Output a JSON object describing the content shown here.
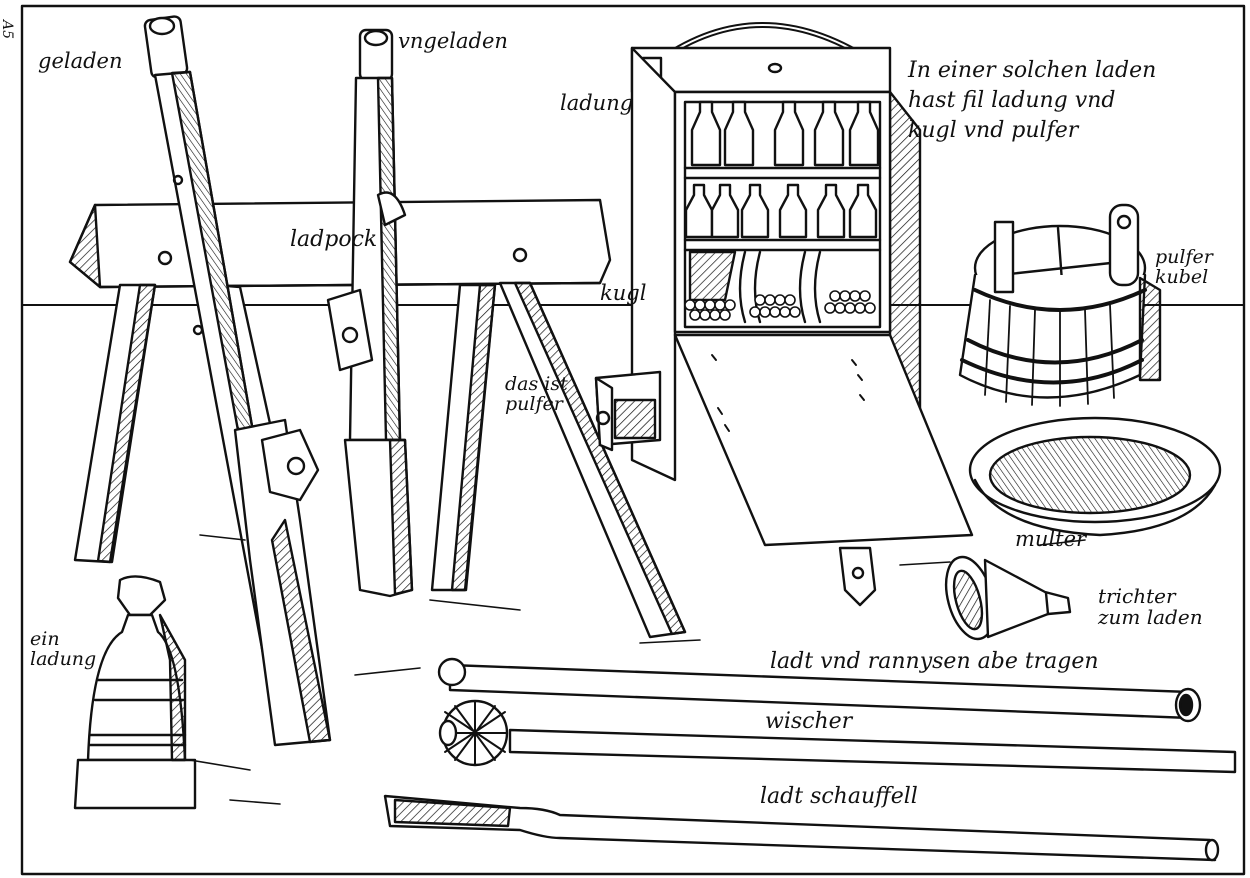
{
  "plate": {
    "page_number": "A5"
  },
  "labels": {
    "geladen": "geladen",
    "ungeladen": "vngeladen",
    "ladpock": "ladpock",
    "ladung": "ladung",
    "kiste_text": [
      "In einer solchen laden",
      "hast fil ladung vnd",
      "kugl vnd pulfer"
    ],
    "kugl": "kugl",
    "das_ist_pulfer": [
      "das ist",
      "pulfer"
    ],
    "pulfer_kubel": [
      "pulfer",
      "kubel"
    ],
    "multer": "multer",
    "trichter": [
      "trichter",
      "zum laden"
    ],
    "ein_ladung": [
      "ein",
      "ladung"
    ],
    "stab_1": "ladt vnd rannysen abe tragen",
    "wischer": "wischer",
    "stab_3": "ladt schauffell"
  }
}
